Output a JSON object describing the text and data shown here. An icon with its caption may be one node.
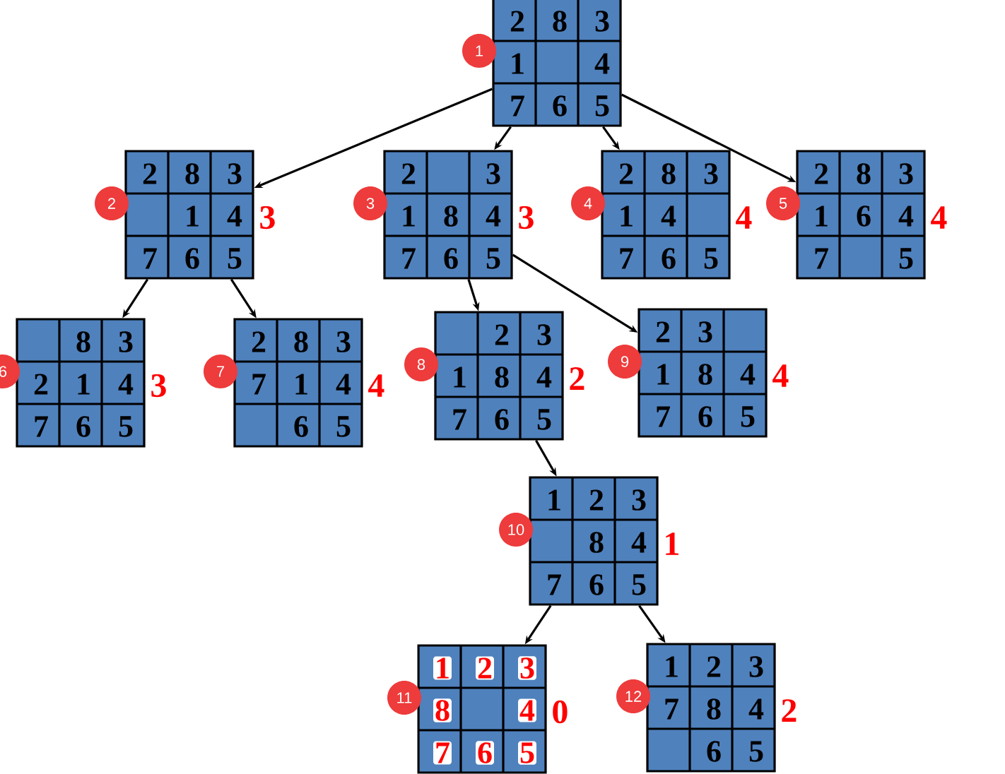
{
  "diagram": {
    "nodes": [
      {
        "text": [
          "2",
          "8",
          "3",
          "1",
          "4",
          "7",
          "6",
          "5"
        ],
        "beside": [
          "1"
        ]
      },
      {
        "text": [
          "2",
          "8",
          "3",
          "1",
          "4",
          "7",
          "6",
          "5"
        ],
        "beside": [
          "2",
          "3"
        ]
      },
      {
        "text": [
          "2",
          "3",
          "1",
          "8",
          "4",
          "7",
          "6",
          "5"
        ],
        "beside": [
          "3",
          "3"
        ]
      },
      {
        "text": [
          "2",
          "8",
          "3",
          "1",
          "4",
          "7",
          "6",
          "5"
        ],
        "beside": [
          "4",
          "4"
        ]
      },
      {
        "text": [
          "2",
          "8",
          "3",
          "1",
          "6",
          "4",
          "7",
          "5"
        ],
        "beside": [
          "5",
          "4"
        ]
      },
      {
        "text": [
          "8",
          "3",
          "2",
          "1",
          "4",
          "7",
          "6",
          "5"
        ],
        "beside": [
          "6",
          "3"
        ]
      },
      {
        "text": [
          "2",
          "8",
          "3",
          "7",
          "1",
          "4",
          "6",
          "5"
        ],
        "beside": [
          "7",
          "4"
        ]
      },
      {
        "text": [
          "2",
          "3",
          "1",
          "8",
          "4",
          "7",
          "6",
          "5"
        ],
        "beside": [
          "8",
          "2"
        ]
      },
      {
        "text": [
          "2",
          "3",
          "1",
          "8",
          "4",
          "7",
          "6",
          "5"
        ],
        "beside": [
          "9",
          "4"
        ]
      },
      {
        "text": [
          "1",
          "2",
          "3",
          "8",
          "4",
          "7",
          "6",
          "5"
        ],
        "beside": [
          "10",
          "1"
        ]
      },
      {
        "text": [
          "1",
          "2",
          "3",
          "8",
          "4",
          "7",
          "6",
          "5"
        ],
        "beside": [
          "11",
          "0"
        ]
      },
      {
        "text": [
          "1",
          "2",
          "3",
          "7",
          "8",
          "4",
          "6",
          "5"
        ],
        "beside": [
          "12",
          "2"
        ]
      }
    ],
    "edges": [
      {
        "from": 0,
        "to": 1,
        "arrow": "to"
      },
      {
        "from": 0,
        "to": 2,
        "arrow": "to"
      },
      {
        "from": 0,
        "to": 3,
        "arrow": "to"
      },
      {
        "from": 0,
        "to": 4,
        "arrow": "to"
      },
      {
        "from": 1,
        "to": 5,
        "arrow": "to"
      },
      {
        "from": 1,
        "to": 6,
        "arrow": "to"
      },
      {
        "from": 2,
        "to": 7,
        "arrow": "to"
      },
      {
        "from": 2,
        "to": 8,
        "arrow": "to"
      },
      {
        "from": 7,
        "to": 9,
        "arrow": "to"
      },
      {
        "from": 9,
        "to": 10,
        "arrow": "to"
      },
      {
        "from": 9,
        "to": 11,
        "arrow": "to"
      }
    ]
  }
}
